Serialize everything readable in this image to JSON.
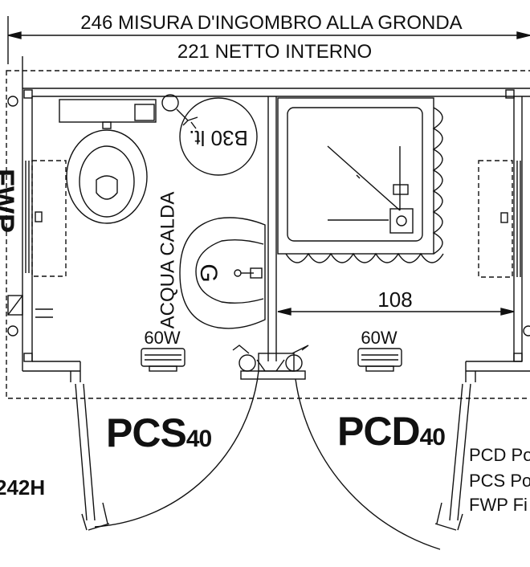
{
  "dimensions": {
    "overall_label": "246 MISURA D'INGOMBRO ALLA GRONDA",
    "internal_label": "221 NETTO INTERNO",
    "shower_width": "108"
  },
  "fixtures": {
    "boiler_label": "B30 lt.",
    "sink_letter": "G",
    "hot_water_label": "ACQUA CALDA",
    "lamp_left_label": "60W",
    "lamp_right_label": "60W"
  },
  "rooms": {
    "left": {
      "code": "PCS",
      "size": "40"
    },
    "right": {
      "code": "PCD",
      "size": "40"
    }
  },
  "edge_text": {
    "left_vertical": "FWP",
    "height_label": "242H"
  },
  "legend": {
    "items": [
      "PCD Po",
      "PCS Po",
      "FWP Fi"
    ]
  },
  "colors": {
    "line": "#111111",
    "background": "#ffffff"
  }
}
